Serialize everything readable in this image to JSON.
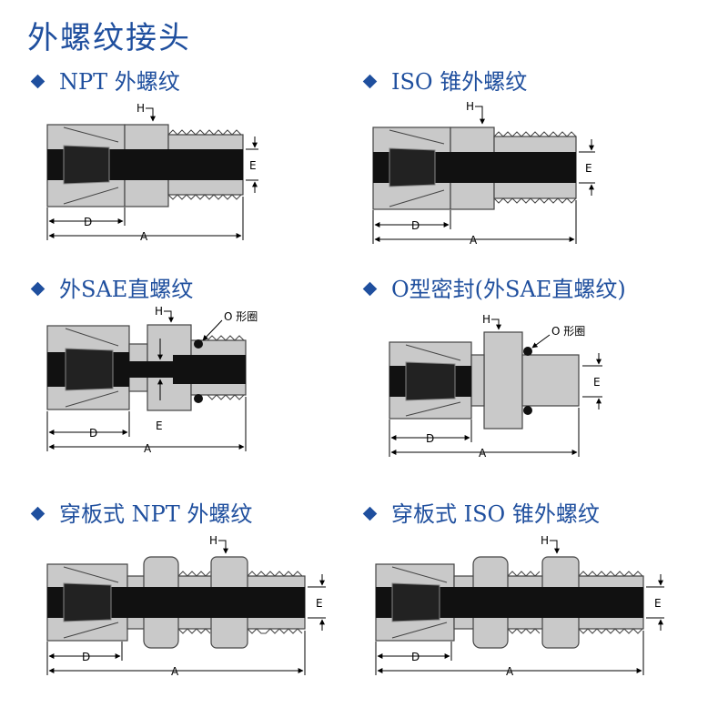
{
  "title": "外螺纹接头",
  "colors": {
    "heading": "#1f4f9e",
    "metal": "#c9c9c9",
    "outline": "#444444",
    "tube": "#111111"
  },
  "sections": [
    {
      "heading": "NPT 外螺纹",
      "labels": {
        "h": "H",
        "e": "E",
        "d": "D",
        "a": "A"
      }
    },
    {
      "heading": "ISO 锥外螺纹",
      "labels": {
        "h": "H",
        "e": "E",
        "d": "D",
        "a": "A"
      }
    },
    {
      "heading": "外SAE直螺纹",
      "labels": {
        "h": "H",
        "e": "E",
        "d": "D",
        "a": "A",
        "oring": "O 形圈"
      }
    },
    {
      "heading": "O型密封(外SAE直螺纹)",
      "labels": {
        "h": "H",
        "e": "E",
        "d": "D",
        "a": "A",
        "oring": "O 形圈"
      }
    },
    {
      "heading": "穿板式 NPT 外螺纹",
      "labels": {
        "h": "H",
        "e": "E",
        "d": "D",
        "a": "A"
      }
    },
    {
      "heading": "穿板式 ISO 锥外螺纹",
      "labels": {
        "h": "H",
        "e": "E",
        "d": "D",
        "a": "A"
      }
    }
  ]
}
